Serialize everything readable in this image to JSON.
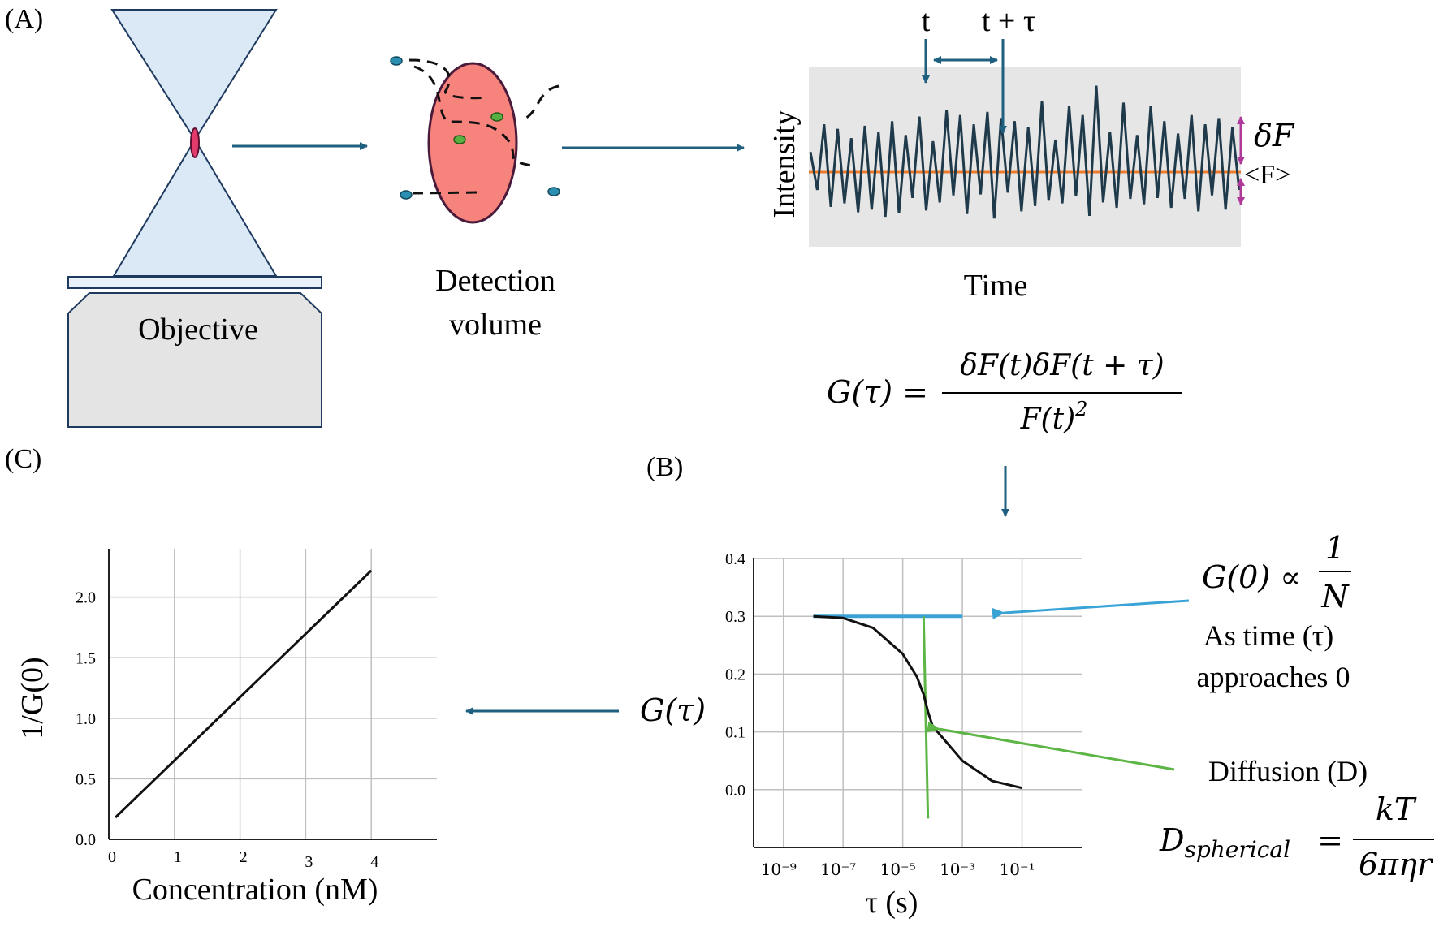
{
  "panels": {
    "a": {
      "label": "(A)"
    },
    "b": {
      "label": "(B)"
    },
    "c": {
      "label": "(C)"
    }
  },
  "objective": {
    "label": "Objective"
  },
  "detection": {
    "line1": "Detection",
    "line2": "volume"
  },
  "trace": {
    "ylabel": "Intensity",
    "xlabel": "Time",
    "t_label": "t",
    "ttau_label": "t + τ",
    "deltaF": "δF",
    "meanF": "<F>"
  },
  "equation": {
    "lhs": "G(τ) =",
    "numerator": "δF(t)δF(t + τ)",
    "denominator_base": "F(t)",
    "denominator_exp": "2"
  },
  "g_tau_label": "G(τ)",
  "annotations": {
    "g0_lhs": "G(0) ∝",
    "g0_num": "1",
    "g0_den": "N",
    "g0_line1": "As time (τ)",
    "g0_line2": "approaches 0",
    "diffusion": "Diffusion (D)",
    "d_lhs": "D",
    "d_sub": "spherical",
    "d_eq": "=",
    "d_num": "kT",
    "d_den": "6πηr"
  },
  "colors": {
    "cone_fill": "#dbe8f5",
    "cone_stroke": "#1e3a5f",
    "arrow": "#1f5f7f",
    "ellipse_fill": "#f7837d",
    "trace_bg": "#e6e6e6",
    "trace_line": "#1f3a4a",
    "mean_line": "#ee7a2b",
    "delta_arrow": "#b0389a",
    "plateau": "#3aa3d6",
    "diffusion": "#5cb545",
    "curve": "#111111",
    "grid": "#bfbfbf"
  },
  "chart_data": [
    {
      "type": "line",
      "panel": "(C)",
      "xlabel": "Concentration (nM)",
      "ylabel": "1/G(0)",
      "xticks": [
        "0",
        "1",
        "2",
        "3",
        "4"
      ],
      "yticks": [
        "0.0",
        "0.5",
        "1.0",
        "1.5",
        "2.0"
      ],
      "xlim": [
        0,
        5
      ],
      "ylim": [
        0,
        2.4
      ],
      "grid": true,
      "series": [
        {
          "x": [
            0.1,
            4.0
          ],
          "y": [
            0.18,
            2.22
          ]
        }
      ]
    },
    {
      "type": "line",
      "panel": "(B)",
      "xlabel": "τ (s)",
      "ylabel": "",
      "xscale": "log",
      "xticks": [
        "10⁻⁹",
        "10⁻⁷",
        "10⁻⁵",
        "10⁻³",
        "10⁻¹"
      ],
      "xtick_values": [
        1e-09,
        1e-07,
        1e-05,
        0.001,
        0.1
      ],
      "yticks": [
        "0.0",
        "0.1",
        "0.2",
        "0.3",
        "0.4"
      ],
      "xlim": [
        1e-10,
        10
      ],
      "ylim": [
        -0.1,
        0.4
      ],
      "grid": true,
      "series": [
        {
          "x": [
            1e-08,
            1e-07,
            1e-06,
            1e-05,
            3e-05,
            5e-05,
            7e-05,
            0.0001,
            0.001,
            0.01,
            0.1
          ],
          "y": [
            0.3,
            0.297,
            0.28,
            0.235,
            0.195,
            0.165,
            0.135,
            0.11,
            0.05,
            0.015,
            0.003
          ]
        }
      ],
      "annotations": [
        {
          "kind": "plateau",
          "x": [
            1e-08,
            0.001
          ],
          "y": 0.3
        },
        {
          "kind": "diffusion-marker",
          "x": [
            5e-05,
            7e-05
          ],
          "y": [
            0.3,
            -0.05
          ]
        }
      ]
    }
  ]
}
